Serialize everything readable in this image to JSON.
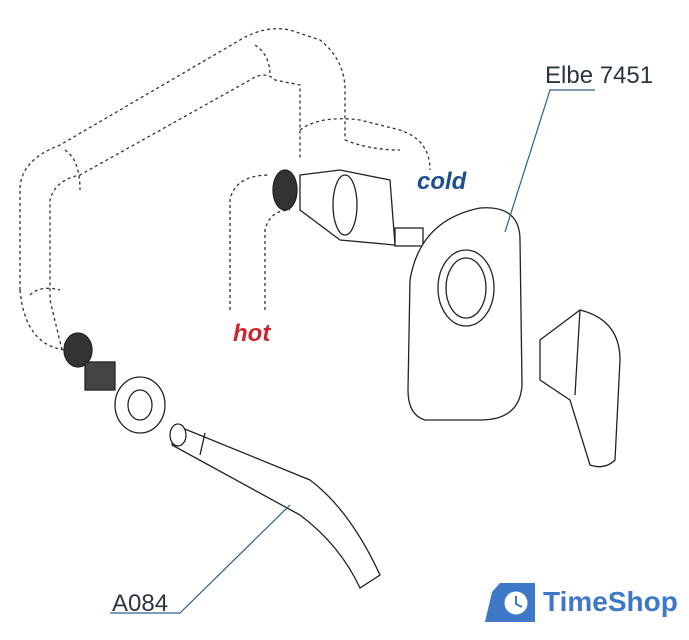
{
  "labels": {
    "product": "Elbe 7451",
    "spout": "A084",
    "cold": "cold",
    "hot": "hot"
  },
  "logo": {
    "text": "TimeShop",
    "icon": "clock-bag-icon"
  },
  "colors": {
    "cold": "#1d4f8f",
    "hot": "#c8262c",
    "leader": "#2d5f8e",
    "logo": "#3f78c6",
    "line": "#222222"
  }
}
